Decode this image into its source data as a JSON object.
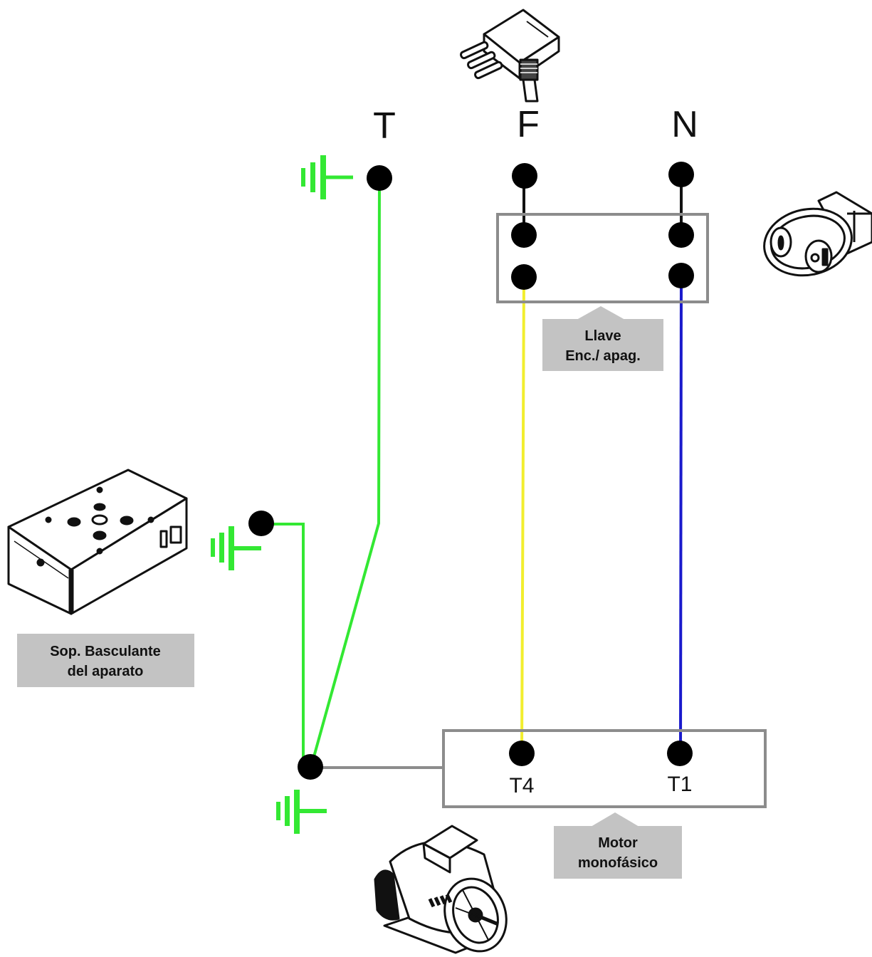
{
  "terminals": {
    "ground": "T",
    "phase": "F",
    "neutral": "N"
  },
  "switch": {
    "label_line1": "Llave",
    "label_line2": "Enc./ apag."
  },
  "motor": {
    "terminal_left": "T4",
    "terminal_right": "T1",
    "label_line1": "Motor",
    "label_line2": "monofásico"
  },
  "support": {
    "label_line1": "Sop. Basculante",
    "label_line2": "del aparato"
  },
  "colors": {
    "ground_wire": "#33e833",
    "phase_wire": "#f2ee2e",
    "neutral_wire": "#1a1acc",
    "jumper_wire": "#111111",
    "box_border": "#8c8c8c",
    "label_bg": "#c3c3c3",
    "node": "#000000"
  },
  "icons": {
    "plug": "plug-icon",
    "switch": "rocker-switch-icon",
    "support": "tilting-support-box-icon",
    "motor": "electric-motor-icon",
    "ground": "ground-symbol-icon"
  }
}
